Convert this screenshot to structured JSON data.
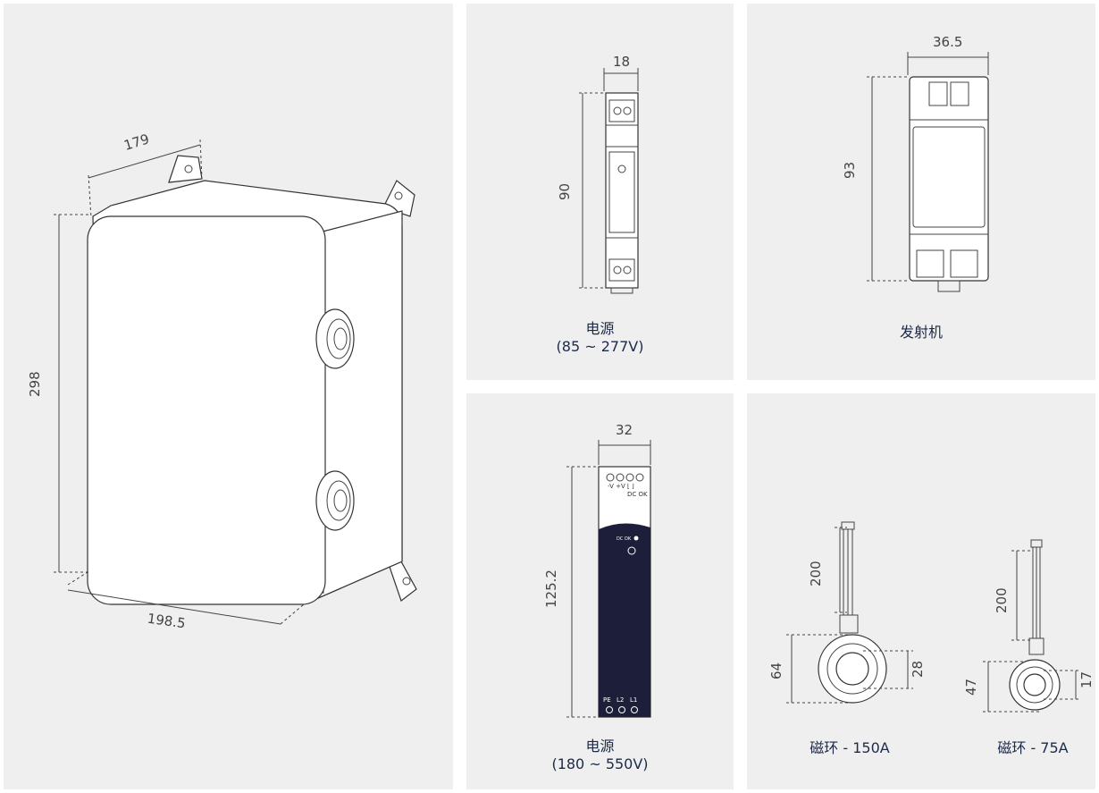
{
  "panels": {
    "enclosure": {
      "dims": {
        "depth": "179",
        "height": "298",
        "width": "198.5"
      }
    },
    "psu_small": {
      "dims": {
        "width": "18",
        "height": "90"
      },
      "caption": {
        "line1": "电源",
        "line2": "(85 ~ 277V)"
      }
    },
    "transmitter": {
      "dims": {
        "width": "36.5",
        "height": "93"
      },
      "caption": {
        "line1": "发射机"
      }
    },
    "psu_large": {
      "dims": {
        "width": "32",
        "height": "125.2"
      },
      "terminal_top": {
        "labels": "-V  +V  ⌊ ⌋",
        "dc_ok": "DC OK"
      },
      "indicator": "DC OK",
      "terminal_bottom": {
        "pe": "PE",
        "l2": "L2",
        "l1": "L1"
      },
      "caption": {
        "line1": "电源",
        "line2": "(180 ~ 550V)"
      }
    },
    "ct": {
      "ct150": {
        "lead": "200",
        "outer": "64",
        "inner": "28",
        "caption": "磁环 - 150A"
      },
      "ct75": {
        "lead": "200",
        "outer": "47",
        "inner": "17",
        "caption": "磁环 - 75A"
      }
    }
  }
}
